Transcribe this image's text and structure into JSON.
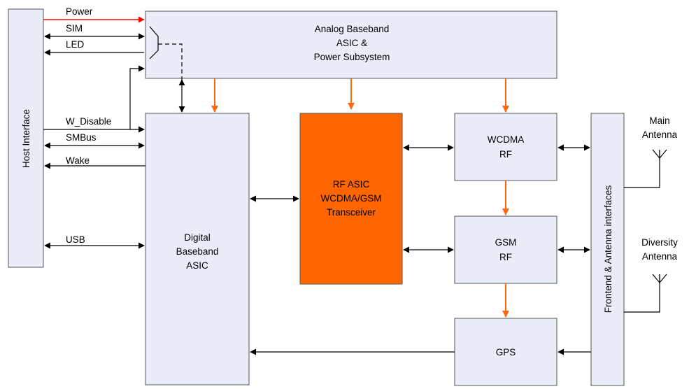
{
  "blocks": {
    "host": "Host Interface",
    "analog": [
      "Analog Baseband",
      "ASIC &",
      "Power Subsystem"
    ],
    "digital": [
      "Digital",
      "Baseband",
      "ASIC"
    ],
    "rf_asic": [
      "RF ASIC",
      "WCDMA/GSM",
      "Transceiver"
    ],
    "wcdma": [
      "WCDMA",
      "RF"
    ],
    "gsm": [
      "GSM",
      "RF"
    ],
    "gps": "GPS",
    "frontend": "Frontend & Antenna interfaces"
  },
  "signals": {
    "power": "Power",
    "sim": "SIM",
    "led": "LED",
    "w_disable": "W_Disable",
    "smbus": "SMBus",
    "wake": "Wake",
    "usb": "USB"
  },
  "antennas": {
    "main": [
      "Main",
      "Antenna"
    ],
    "diversity": [
      "Diversity",
      "Antenna"
    ]
  },
  "colors": {
    "block_fill": "#e8edf7",
    "rf_asic_fill": "#ff6600",
    "power_line": "#ff0000",
    "power_flow": "#ff6a10"
  }
}
